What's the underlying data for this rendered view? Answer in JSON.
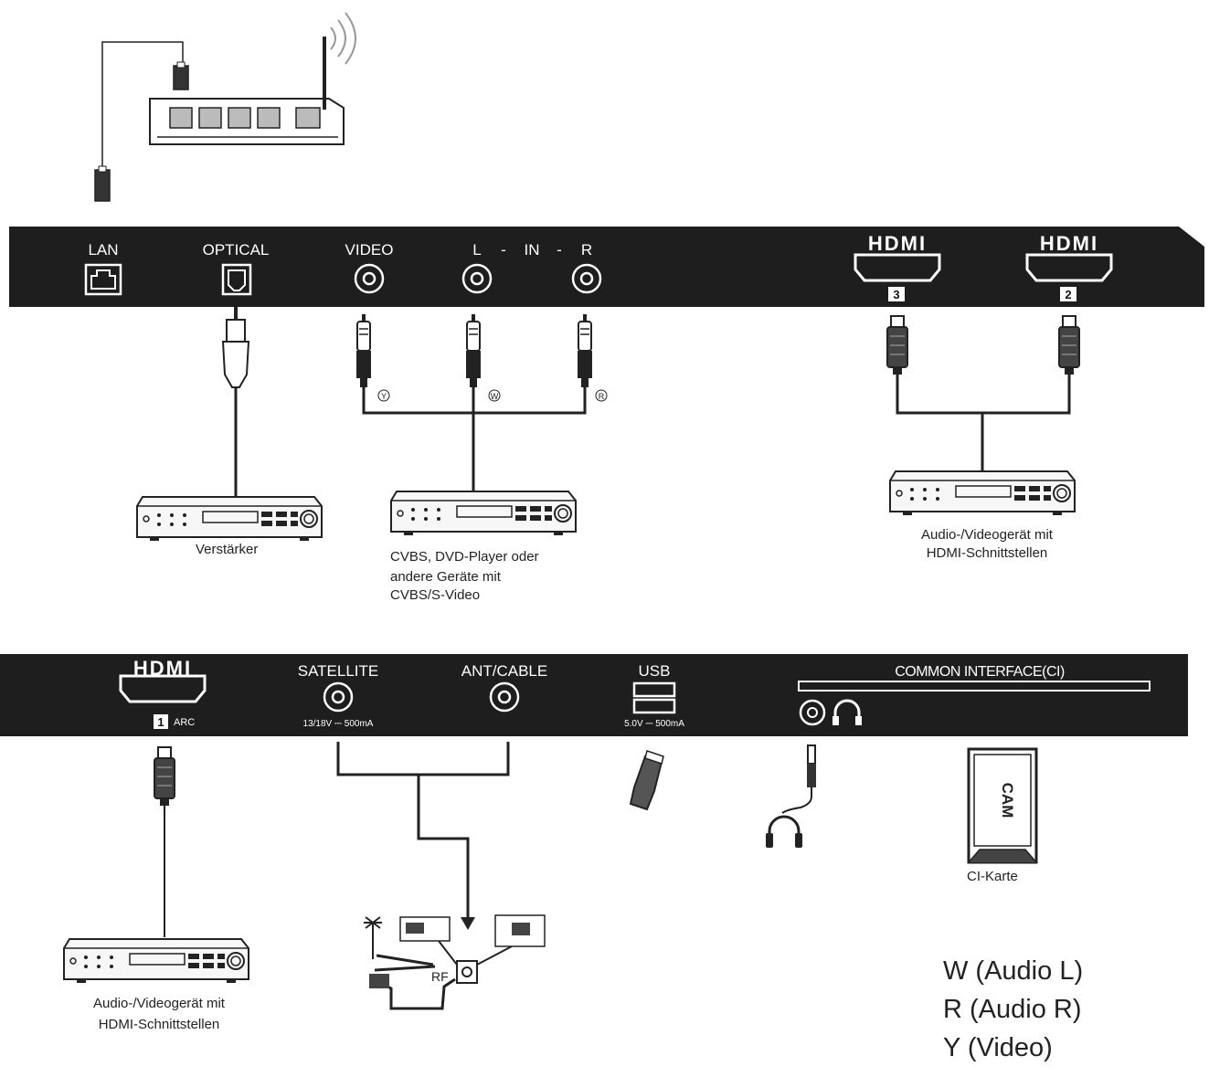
{
  "panel_top": {
    "lan": "LAN",
    "optical": "OPTICAL",
    "video": "VIDEO",
    "l": "L",
    "in": "IN",
    "r": "R",
    "dash": "-",
    "hdmi_logo": "HDMI",
    "hdmi3_num": "3",
    "hdmi2_num": "2"
  },
  "panel_bottom": {
    "hdmi_logo": "HDMI",
    "hdmi1_num": "1",
    "arc": "ARC",
    "satellite": "SATELLITE",
    "satellite_spec": "13/18V ⎓ 500mA",
    "ant_cable": "ANT/CABLE",
    "usb": "USB",
    "usb_spec": "5.0V ⎓ 500mA",
    "ci": "COMMON INTERFACE(CI)"
  },
  "cable_marks": {
    "y": "Y",
    "w": "W",
    "r": "R"
  },
  "devices": {
    "amplifier": "Verstärker",
    "cvbs_line1": "CVBS, DVD-Player oder",
    "cvbs_line2": "andere Geräte mit",
    "cvbs_line3": "CVBS/S-Video",
    "av_hdmi_top_line1": "Audio-/Videogerät mit",
    "av_hdmi_top_line2": "HDMI-Schnittstellen",
    "av_hdmi_bottom_line1": "Audio-/Videogerät mit",
    "av_hdmi_bottom_line2": "HDMI-Schnittstellen",
    "cam": "CAM",
    "ci_card": "CI-Karte",
    "rf": "RF"
  },
  "legend": {
    "w": "W (Audio L)",
    "r": "R (Audio R)",
    "y": "Y (Video)"
  }
}
